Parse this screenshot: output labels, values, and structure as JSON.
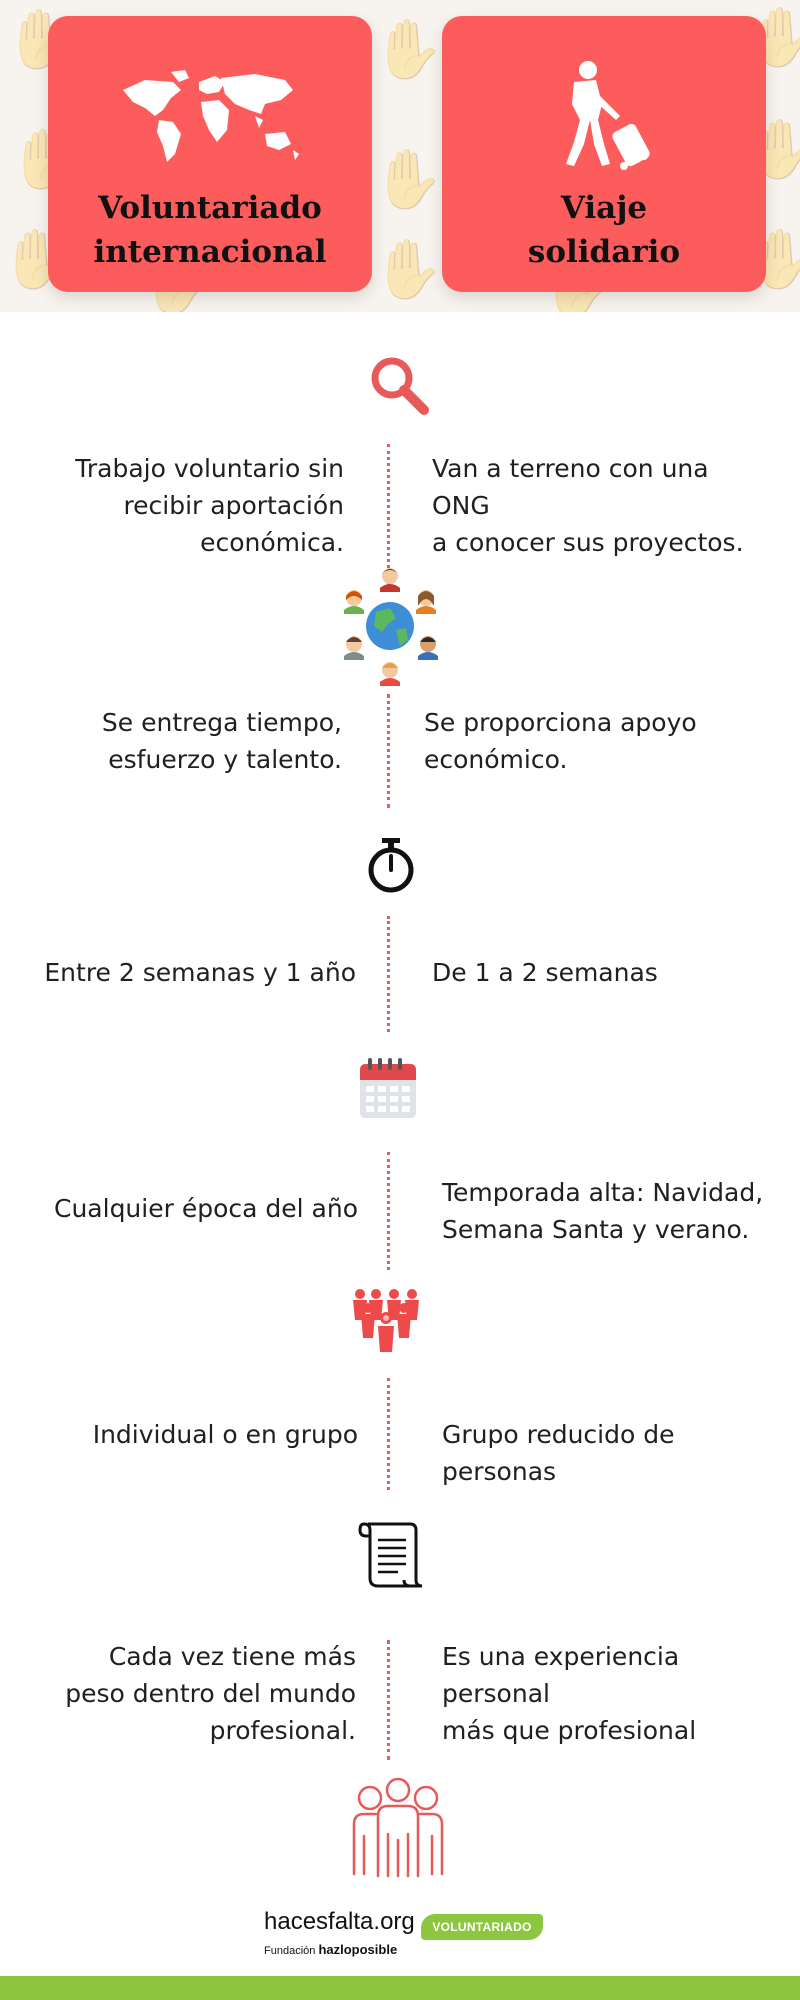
{
  "cards": {
    "left": {
      "line1": "Voluntariado",
      "line2": "internacional",
      "icon": "world-map-icon"
    },
    "right": {
      "line1": "Viaje",
      "line2": "solidario",
      "icon": "traveler-suitcase-icon"
    }
  },
  "rows": [
    {
      "icon": "search-icon",
      "left": [
        "Trabajo voluntario sin",
        "recibir aportación",
        "económica."
      ],
      "right": [
        "Van a terreno con una ONG",
        "a conocer sus proyectos."
      ]
    },
    {
      "icon": "people-globe-icon",
      "left": [
        "Se entrega tiempo,",
        "esfuerzo y talento."
      ],
      "right": [
        "Se proporciona apoyo",
        "económico."
      ]
    },
    {
      "icon": "stopwatch-icon",
      "left": [
        "Entre 2 semanas y 1 año"
      ],
      "right": [
        "De 1 a 2 semanas"
      ]
    },
    {
      "icon": "calendar-icon",
      "left": [
        "Cualquier época del año"
      ],
      "right": [
        "Temporada alta: Navidad,",
        "Semana Santa y verano."
      ]
    },
    {
      "icon": "crowd-icon",
      "left": [
        "Individual o en grupo"
      ],
      "right": [
        "Grupo reducido de personas"
      ]
    },
    {
      "icon": "scroll-icon",
      "left": [
        "Cada vez tiene más",
        "peso dentro del mundo",
        "profesional."
      ],
      "right": [
        "Es una experiencia personal",
        "más que profesional"
      ]
    }
  ],
  "bottom_icon": "group-people-icon",
  "footer": {
    "brand": "hacesfalta.org",
    "sub_prefix": "Fundación",
    "sub_brand": "hazloposible",
    "badge": "VOLUNTARIADO"
  },
  "colors": {
    "accent": "#fd5c5c",
    "divider": "#e15f5f",
    "green": "#8dc63f"
  }
}
